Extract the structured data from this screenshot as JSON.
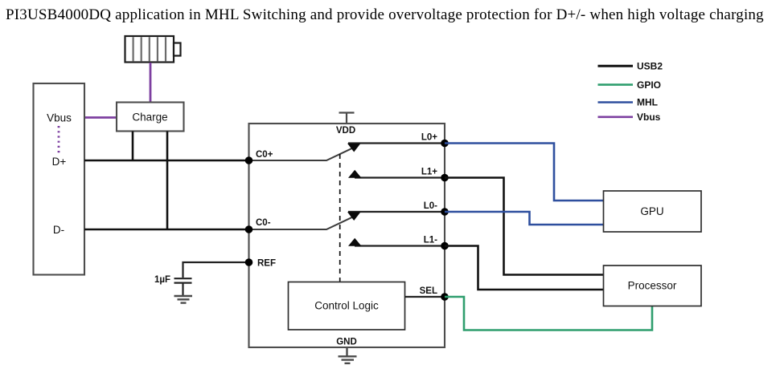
{
  "title": "PI3USB4000DQ application in MHL Switching and provide overvoltage protection for D+/- when high voltage charging",
  "legend": {
    "usb2": "USB2",
    "gpio": "GPIO",
    "mhl": "MHL",
    "vbus": "Vbus"
  },
  "colors": {
    "usb2": "#111111",
    "gpio": "#2f9e6e",
    "mhl": "#2e4f9e",
    "vbus": "#7d3fa0",
    "border": "#4d4d4d"
  },
  "source_connector": {
    "vbus_label": "Vbus",
    "dplus_label": "D+",
    "dminus_label": "D-"
  },
  "charge_block": {
    "label": "Charge"
  },
  "capacitor": {
    "value": "1µF"
  },
  "ic": {
    "vdd": "VDD",
    "gnd": "GND",
    "c0_plus": "C0+",
    "c0_minus": "C0-",
    "ref": "REF",
    "l0_plus": "L0+",
    "l1_plus": "L1+",
    "l0_minus": "L0-",
    "l1_minus": "L1-",
    "sel": "SEL",
    "control_logic": "Control Logic"
  },
  "gpu_block": {
    "label": "GPU"
  },
  "processor_block": {
    "label": "Processor"
  }
}
